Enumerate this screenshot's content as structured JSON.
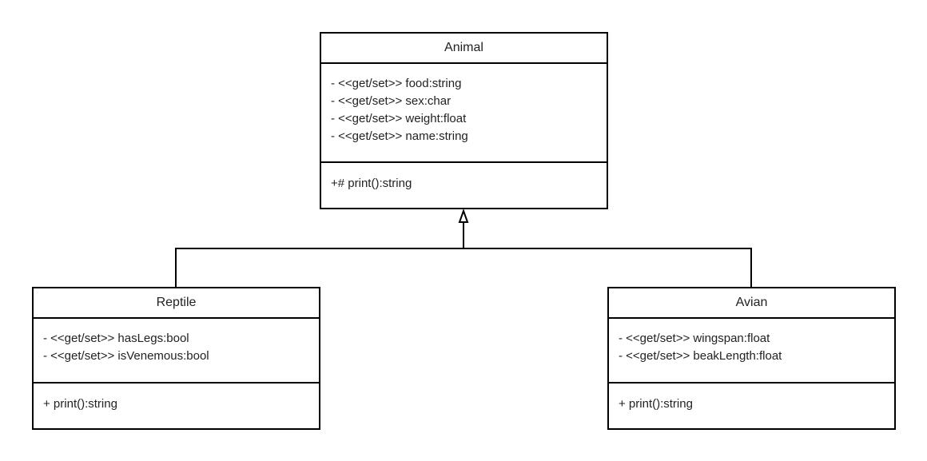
{
  "classes": {
    "animal": {
      "name": "Animal",
      "attributes": [
        "- <<get/set>> food:string",
        "- <<get/set>> sex:char",
        "- <<get/set>> weight:float",
        "- <<get/set>> name:string"
      ],
      "operations": [
        "+# print():string"
      ]
    },
    "reptile": {
      "name": "Reptile",
      "attributes": [
        "- <<get/set>> hasLegs:bool",
        "- <<get/set>> isVenemous:bool"
      ],
      "operations": [
        "+ print():string"
      ]
    },
    "avian": {
      "name": "Avian",
      "attributes": [
        "- <<get/set>> wingspan:float",
        "- <<get/set>> beakLength:float"
      ],
      "operations": [
        "+ print():string"
      ]
    }
  },
  "relationships": [
    {
      "type": "generalization",
      "from": "Reptile",
      "to": "Animal"
    },
    {
      "type": "generalization",
      "from": "Avian",
      "to": "Animal"
    }
  ],
  "colors": {
    "line": "#000000",
    "text": "#222222",
    "background": "#ffffff"
  }
}
